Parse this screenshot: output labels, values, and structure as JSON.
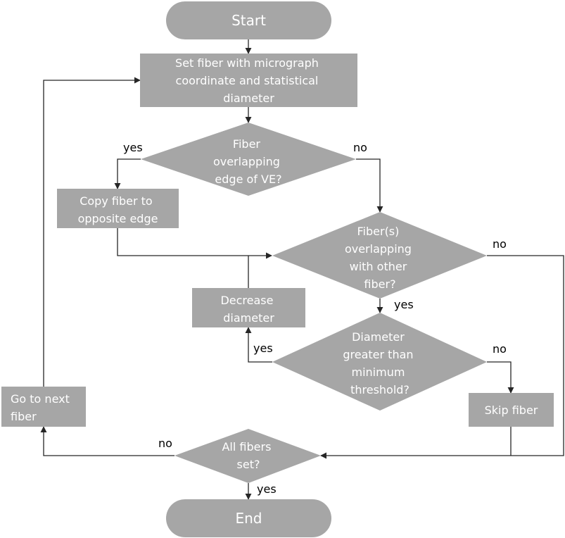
{
  "nodes": {
    "start": {
      "lines": [
        "Start"
      ]
    },
    "set_fiber": {
      "lines": [
        "Set fiber with micrograph",
        "coordinate and statistical",
        "diameter"
      ]
    },
    "overlap_edge": {
      "lines": [
        "Fiber",
        "overlapping",
        "edge of VE?"
      ]
    },
    "copy_fiber": {
      "lines": [
        "Copy fiber to",
        "opposite edge"
      ]
    },
    "overlap_other": {
      "lines": [
        "Fiber(s)",
        "overlapping",
        "with other",
        "fiber?"
      ]
    },
    "decrease": {
      "lines": [
        "Decrease",
        "diameter"
      ]
    },
    "diameter_check": {
      "lines": [
        "Diameter",
        "greater than",
        "minimum",
        "threshold?"
      ]
    },
    "skip": {
      "lines": [
        "Skip fiber"
      ]
    },
    "next_fiber": {
      "lines": [
        "Go to next",
        "fiber"
      ]
    },
    "all_set": {
      "lines": [
        "All fibers",
        "set?"
      ]
    },
    "end": {
      "lines": [
        "End"
      ]
    }
  },
  "edge_labels": {
    "edge_yes": "yes",
    "edge_no": "no",
    "other_no": "no",
    "other_yes": "yes",
    "diam_yes": "yes",
    "diam_no": "no",
    "all_no": "no",
    "all_yes": "yes"
  }
}
